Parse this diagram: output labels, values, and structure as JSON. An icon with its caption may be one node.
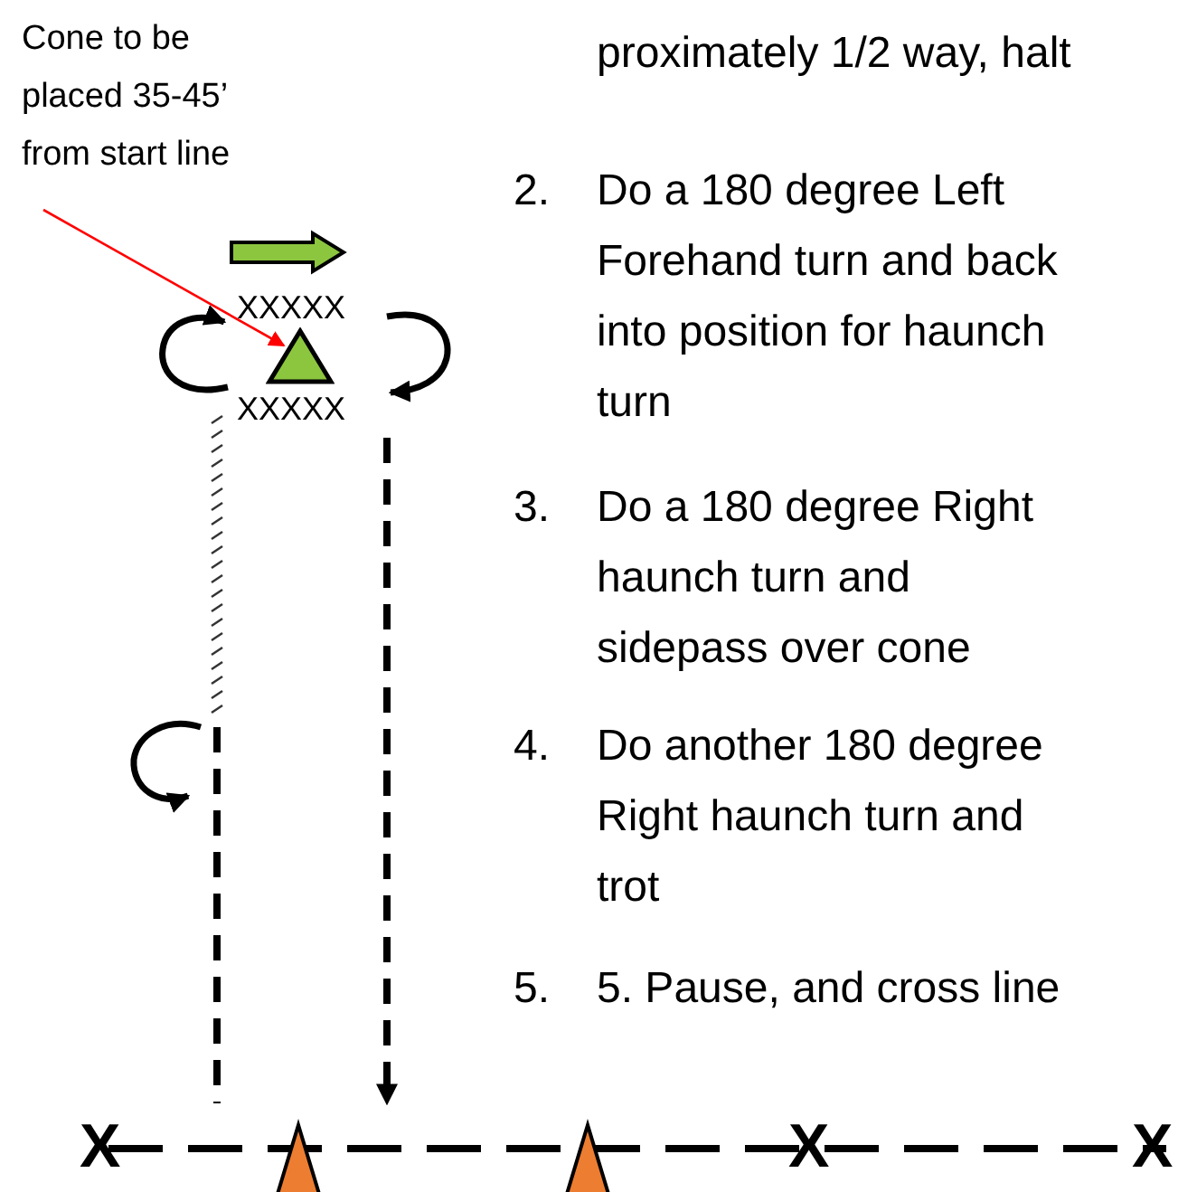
{
  "diagram": {
    "nodes": [
      {
        "text": [
          "Cone to be placed 35-45’ from start line"
        ]
      },
      {
        "text": [],
        "shape": "triangle"
      }
    ],
    "edges": [
      {
        "from": 0,
        "to": 1,
        "arrow": "to",
        "color": "#ff0000"
      }
    ],
    "labels": [
      "proximately 1/2 way, halt",
      "2.",
      "Do a 180 degree Left Forehand turn and back into position for haunch turn",
      "3.",
      "Do a 180 degree Right haunch turn and sidepass over cone",
      "4.",
      "Do another 180 degree Right haunch turn and trot",
      "5.",
      "5. Pause, and cross line",
      "XXXXX",
      "XXXXX",
      "X",
      "X",
      "X"
    ]
  }
}
